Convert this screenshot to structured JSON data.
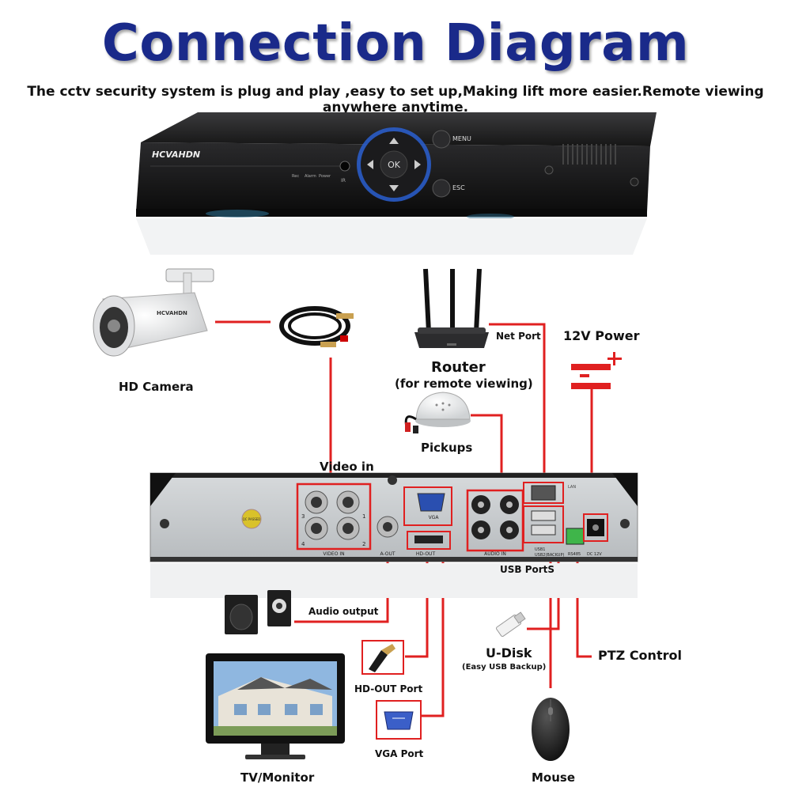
{
  "title": "Connection Diagram",
  "subtitle": "The cctv security system is plug and play ,easy to set up,Making lift more easier.Remote viewing anywhere anytime.",
  "dvr_front": {
    "brand": "HCVAHDN",
    "menu": "MENU",
    "esc": "ESC",
    "ok": "OK",
    "indicators": [
      "Rec",
      "Alarm",
      "Power"
    ],
    "ir": "IR"
  },
  "labels": {
    "hd_camera": "HD Camera",
    "net_port": "Net Port",
    "power": "12V Power",
    "router": "Router",
    "router_sub": "(for remote viewing)",
    "pickups": "Pickups",
    "video_in": "Video in",
    "audio_output": "Audio output",
    "usb_ports": "USB PortS",
    "u_disk": "U-Disk",
    "u_disk_sub": "(Easy USB Backup)",
    "ptz_control": "PTZ Control",
    "hd_out_port": "HD-OUT Port",
    "vga_port": "VGA Port",
    "tv_monitor": "TV/Monitor",
    "mouse": "Mouse"
  },
  "rear_panel": {
    "video_in": "VIDEO IN",
    "a_out": "A-OUT",
    "vga": "VGA",
    "hd_out": "HD-OUT",
    "audio_in": "AUDIO IN",
    "lan": "LAN",
    "usb1": "USB1",
    "usb2": "USB2(BACKUP)",
    "rs485": "RS485",
    "dc12v": "DC 12V",
    "qc": "QC PASSED",
    "ch": [
      "3",
      "1",
      "4",
      "2"
    ]
  },
  "colors": {
    "title": "#1a2a8a",
    "wire": "#e02020",
    "panel": "#c9cdd0",
    "dvr_body": "#1c1c1e"
  }
}
